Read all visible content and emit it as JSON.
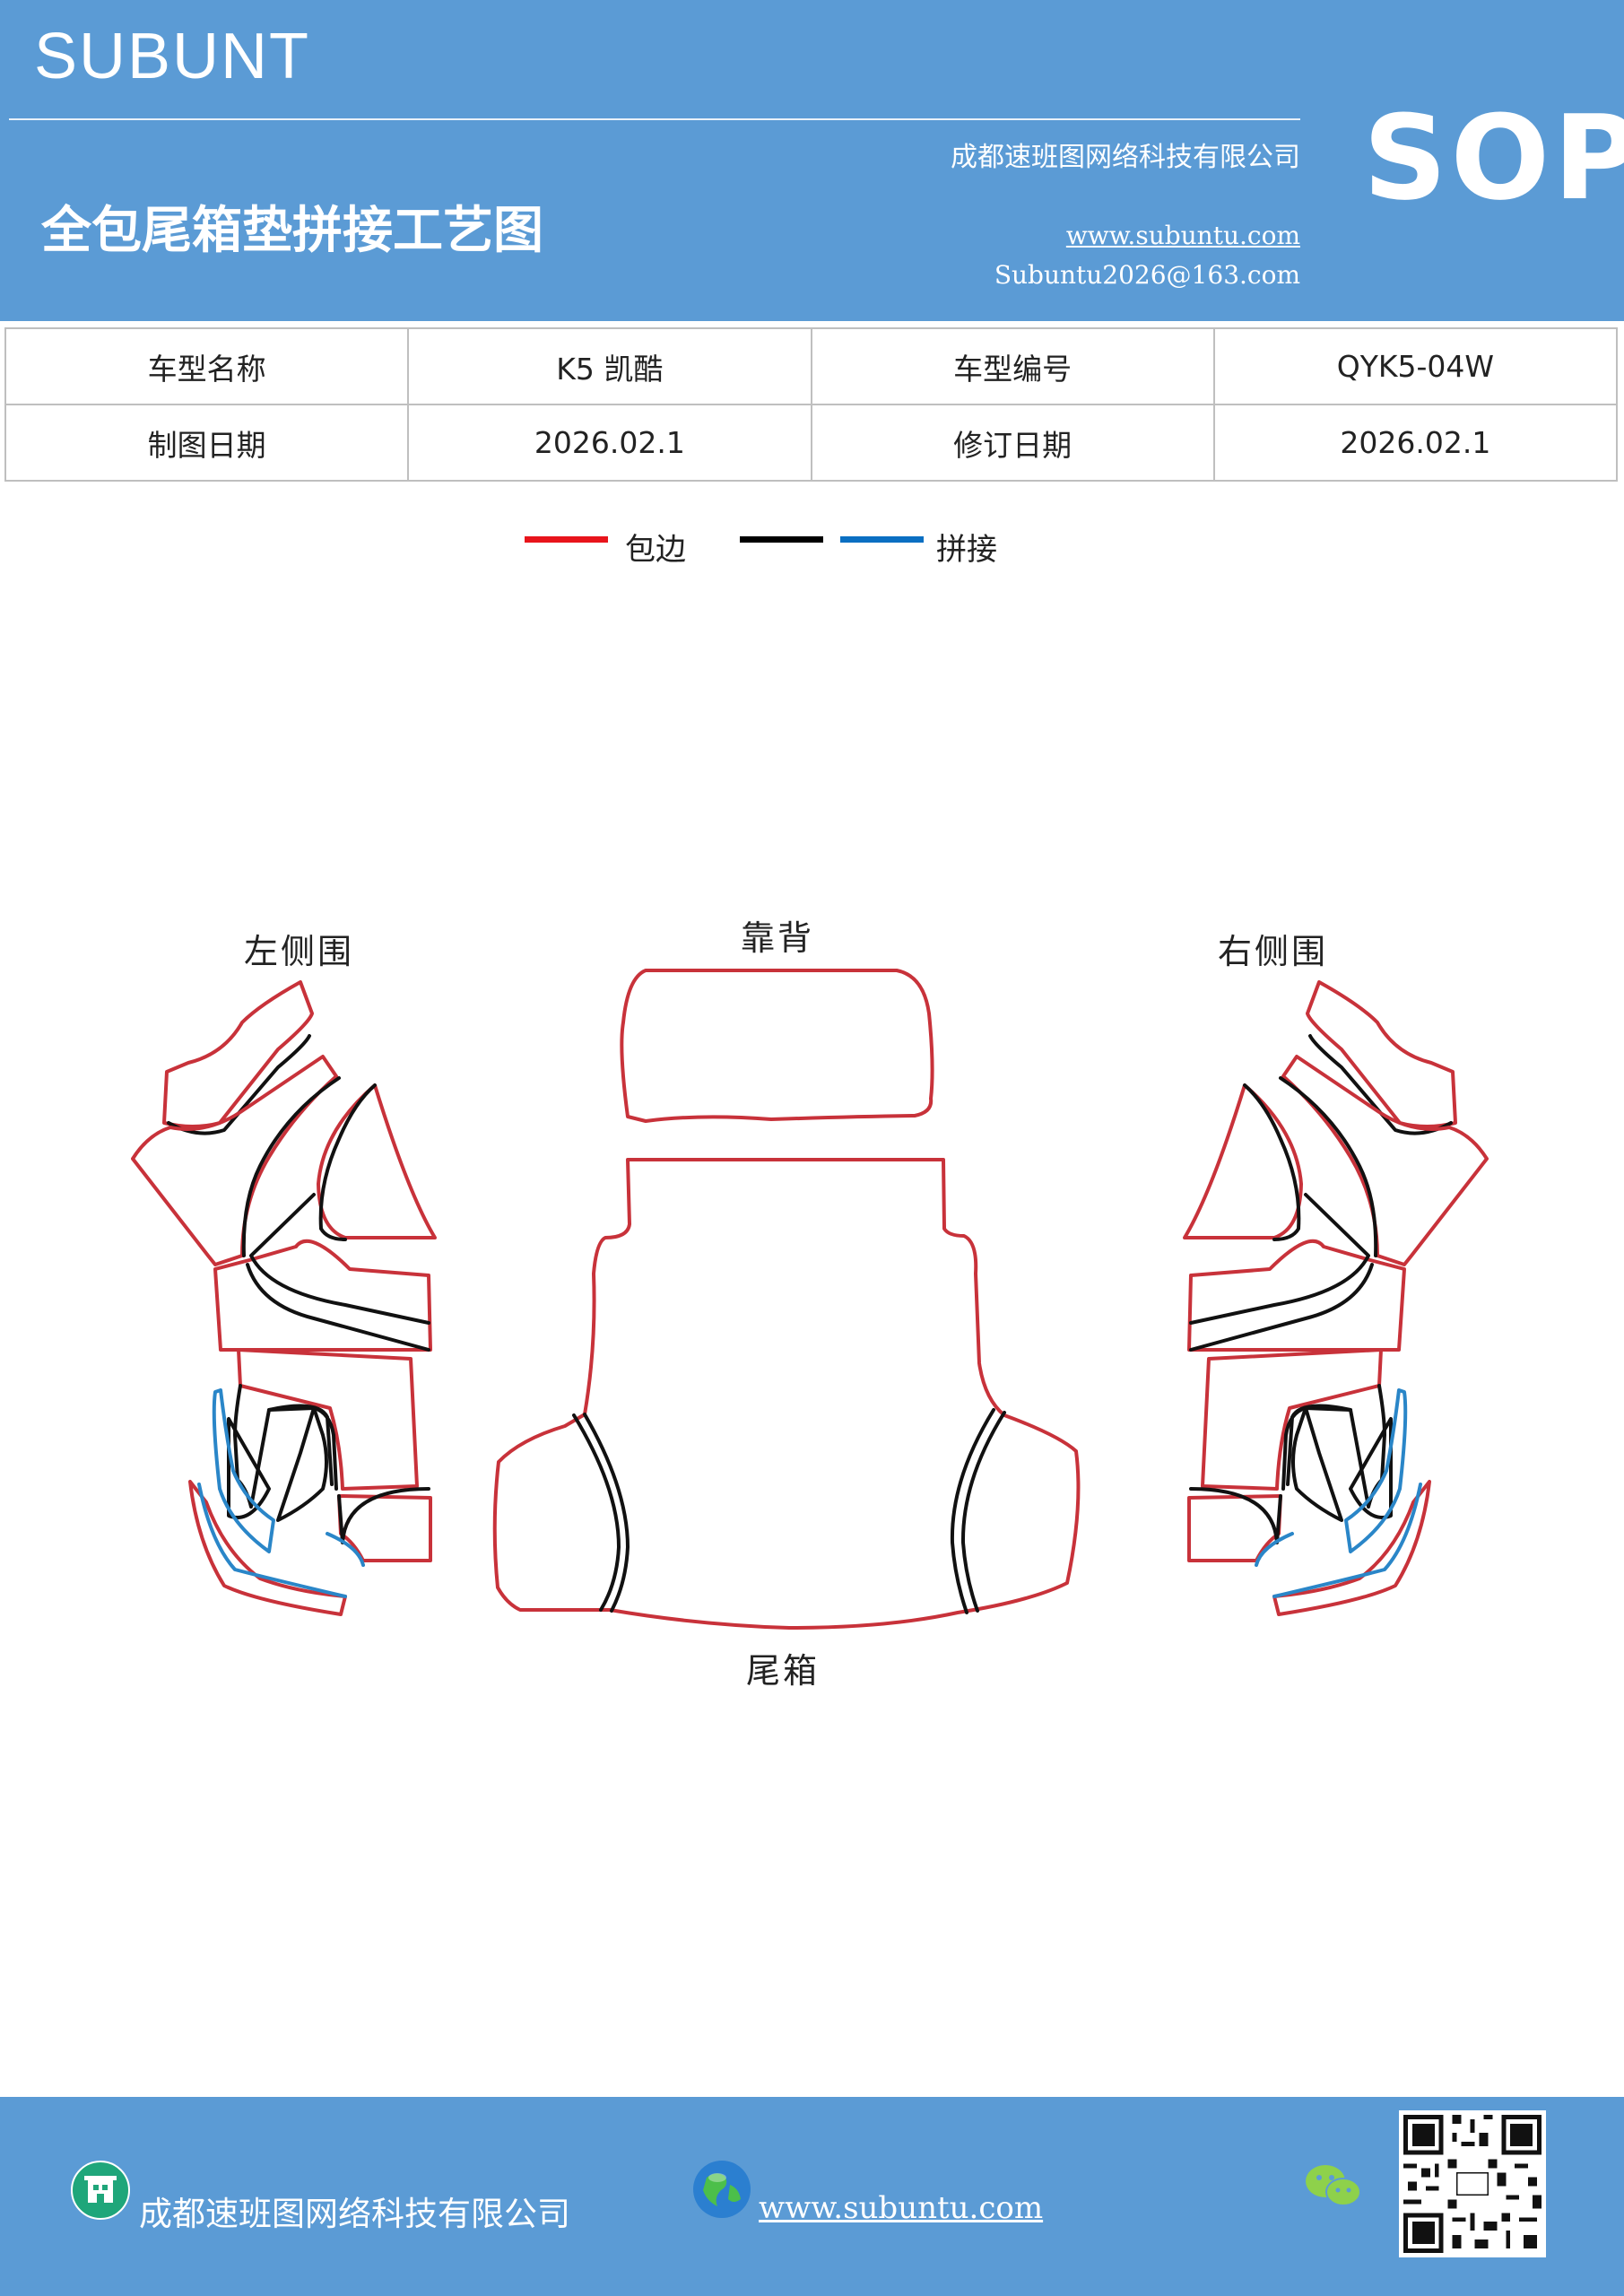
{
  "header": {
    "brand": "SUBUNT",
    "title": "全包尾箱垫拼接工艺图",
    "company": "成都速班图网络科技有限公司",
    "website": "www.subuntu.com",
    "email": "Subuntu2026@163.com",
    "badge": "SOP",
    "background_color": "#5b9bd5"
  },
  "info_table": {
    "rows": [
      [
        "车型名称",
        "K5 凯酷",
        "车型编号",
        "QYK5-04W"
      ],
      [
        "制图日期",
        "2026.02.1",
        "修订日期",
        "2026.02.1"
      ]
    ]
  },
  "legend": {
    "items": [
      {
        "label": "包边",
        "color": "#e8141b"
      },
      {
        "label": "",
        "color": "#000000"
      },
      {
        "label": "拼接",
        "color": "#0a6fc2"
      }
    ]
  },
  "diagram": {
    "labels": {
      "left": "左侧围",
      "back": "靠背",
      "right": "右侧围",
      "trunk": "尾箱"
    },
    "colors": {
      "edge": "#c8323a",
      "seam": "#111111",
      "splice": "#2a86c8"
    }
  },
  "footer": {
    "company": "成都速班图网络科技有限公司",
    "website": "www.subuntu.com",
    "icons": [
      "building-icon",
      "globe-icon",
      "wechat-icon",
      "qr-code"
    ]
  }
}
